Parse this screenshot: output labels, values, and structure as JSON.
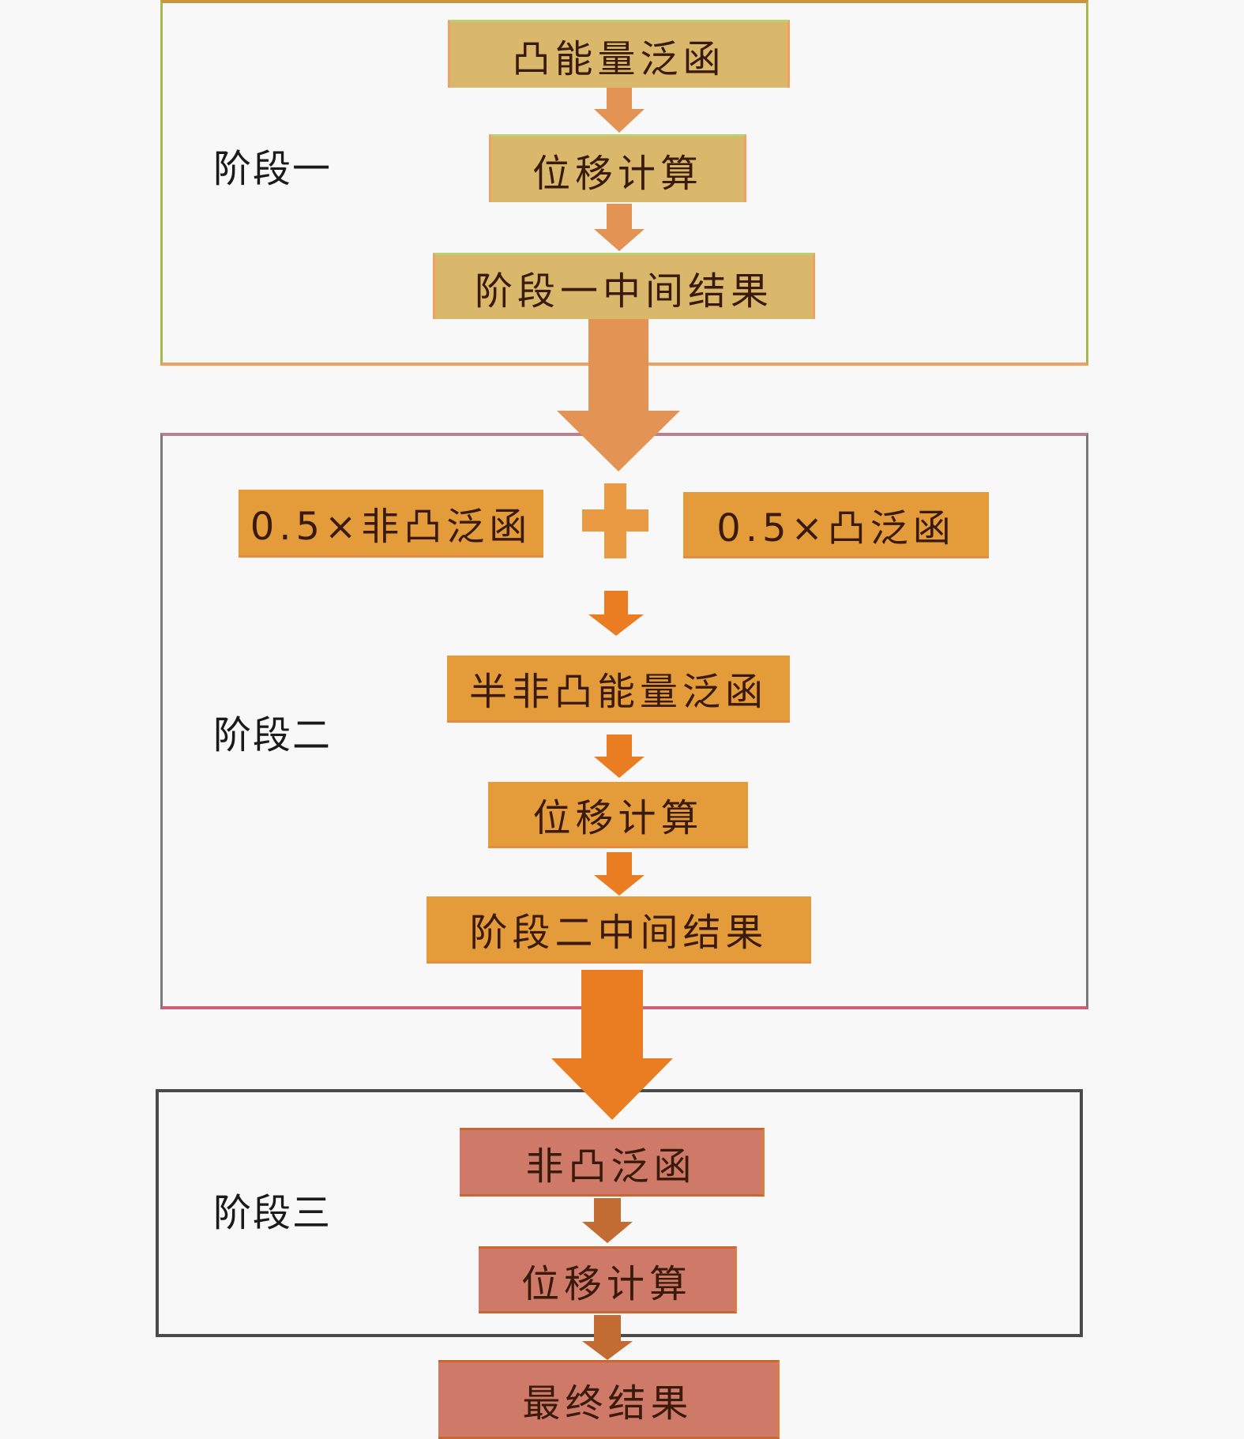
{
  "colors": {
    "stage1_fill": "#d9b86c",
    "stage2_fill": "#e49c3a",
    "stage3_fill": "#cf7a68",
    "arrow_stage1": "#e39455",
    "arrow_stage2": "#ea7d22",
    "arrow_stage3": "#c26c33"
  },
  "stages": [
    {
      "label": "阶段一",
      "steps": [
        "凸能量泛函",
        "位移计算",
        "阶段一中间结果"
      ]
    },
    {
      "label": "阶段二",
      "inputs": [
        "0.5×非凸泛函",
        "0.5×凸泛函"
      ],
      "plus_icon": "plus-icon",
      "steps": [
        "半非凸能量泛函",
        "位移计算",
        "阶段二中间结果"
      ]
    },
    {
      "label": "阶段三",
      "steps": [
        "非凸泛函",
        "位移计算"
      ]
    }
  ],
  "final": {
    "label": "最终结果"
  }
}
